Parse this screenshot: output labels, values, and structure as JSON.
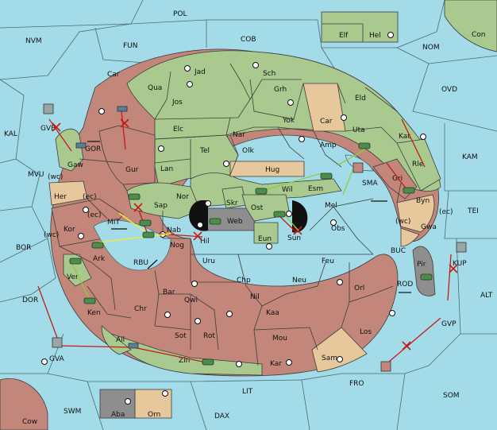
{
  "provinces": {
    "sea": [
      "POL",
      "NVM",
      "FUN",
      "COB",
      "NOM",
      "OVD",
      "KAL",
      "KAM",
      "MVU",
      "TEI",
      "BOR",
      "ALT",
      "DOR",
      "SWM",
      "LIT",
      "FRO",
      "SOM",
      "DAX",
      "GOR",
      "MIT",
      "RBU",
      "SMA",
      "BUC",
      "ROD"
    ],
    "green": [
      "Elf",
      "Hel",
      "Jad",
      "Sch",
      "Qua",
      "Jos",
      "Grh",
      "Elc",
      "Nar",
      "Yok",
      "Tel",
      "Olk",
      "Lan",
      "Uta",
      "Amp",
      "Eld",
      "Kat",
      "Rle",
      "Nor",
      "Sap",
      "Skr",
      "Ost",
      "Wil",
      "Esm",
      "Eun",
      "Gaw",
      "Ver",
      "Ail",
      "Zin",
      "Con"
    ],
    "red": [
      "Gur",
      "Kor",
      "Nab",
      "Nog",
      "Hil",
      "Ark",
      "Mel",
      "Obs",
      "Sun",
      "Uru",
      "Feu",
      "Chp",
      "Nil",
      "Neu",
      "Chr",
      "Bar",
      "Qwi",
      "Kaa",
      "Orl",
      "Ken",
      "Sot",
      "Rot",
      "Mou",
      "Los",
      "Kar",
      "Gri",
      "Cow"
    ],
    "tan": [
      "Car",
      "Hug",
      "Her",
      "Byn",
      "Gwa",
      "Sam",
      "Orn"
    ],
    "grey": [
      "Web",
      "Pir",
      "Aba"
    ]
  },
  "coast_labels": [
    "(wc)",
    "(ec)",
    "(ec)",
    "(wc)",
    "(wc)",
    "(ec)"
  ],
  "map_icons": [
    "army-icon",
    "fleet-icon",
    "supply-center-icon",
    "move-arrow-icon",
    "cut-support-icon",
    "convoy-arrow-icon"
  ],
  "colors": {
    "sea": "#a3dbe8",
    "green": "#a9c98f",
    "red": "#c2867b",
    "tan": "#e7c79c",
    "grey": "#8e8e8e",
    "order": "#c41c16",
    "support": "#88d13a",
    "convoy": "#f2ea3b"
  }
}
